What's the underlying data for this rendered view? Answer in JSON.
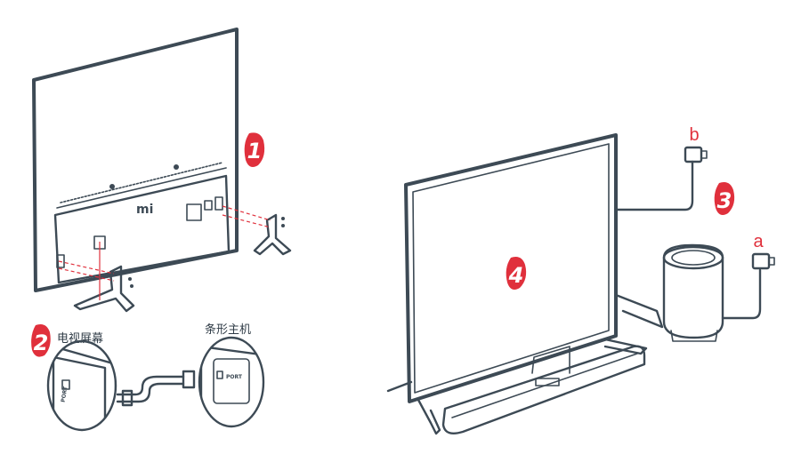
{
  "steps": {
    "step1": "1",
    "step2": "2",
    "step3": "3",
    "step4": "4"
  },
  "labels": {
    "tv_screen": "电视屏幕",
    "soundbar_host": "条形主机",
    "plug_a": "a",
    "plug_b": "b"
  },
  "ports": {
    "tv_port": "PORT",
    "soundbar_port": "PORT"
  },
  "logo_text": "mi",
  "colors": {
    "accent": "#e0303c",
    "line": "#3d4a55"
  }
}
